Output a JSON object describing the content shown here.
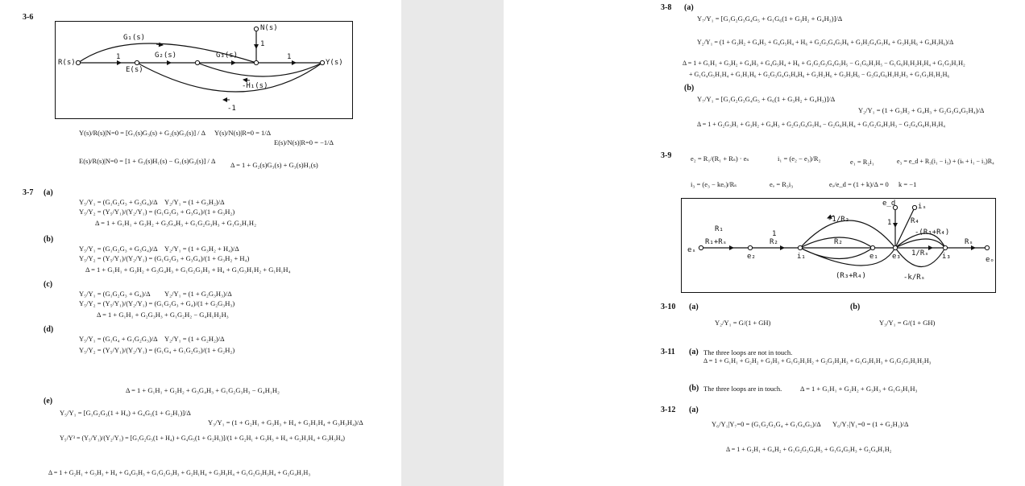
{
  "left": {
    "s36": {
      "label": "3-6",
      "diagram": {
        "R": "R(s)",
        "Y": "Y(s)",
        "N": "N(s)",
        "E": "E(s)",
        "G1": "G₁(s)",
        "G2": "G₂(s)",
        "G3": "G₃(s)",
        "one_a": "1",
        "one_b": "1",
        "one_n": "1",
        "H1": "-H₁(s)",
        "neg1": "-1"
      },
      "eq1": "Y(s)/R(s)|N=0 = [G₁(s)G₃(s) + G₂(s)G₃(s)] / Δ",
      "eq2": "Y(s)/N(s)|R=0 = 1/Δ",
      "eq3": "E(s)/N(s)|R=0 = −1/Δ",
      "eq4": "E(s)/R(s)|N=0 = [1 + G₃(s)H₁(s) − G₁(s)G₃(s)] / Δ",
      "eq5": "Δ = 1 + G₂(s)G₃(s) + G₃(s)H₁(s)"
    },
    "s37": {
      "label": "3-7",
      "a": {
        "label": "(a)",
        "e1": "Y₅/Y₁ = (G₁G₂G₃ + G₃G₄)/Δ",
        "e2": "Y₂/Y₁ = (1 + G₃H₂)/Δ",
        "e3": "Y₅/Y₂ = (Y₅/Y₁)/(Y₂/Y₁) = (G₁G₂G₃ + G₃G₄)/(1 + G₃H₂)",
        "delta": "Δ = 1 + G₁H₁ + G₃H₂ + G₃G₄H₃ + G₁G₂G₃H₃ + G₁G₃H₁H₂"
      },
      "b": {
        "label": "(b)",
        "e1": "Y₅/Y₁ = (G₁G₂G₃ + G₃G₄)/Δ",
        "e2": "Y₂/Y₁ = (1 + G₃H₂ + H₄)/Δ",
        "e3": "Y₅/Y₂ = (Y₅/Y₁)/(Y₂/Y₁) = (G₁G₂G₃ + G₃G₄)/(1 + G₃H₂ + H₄)",
        "delta": "Δ = 1 + G₁H₁ + G₃H₂ + G₃G₄H₃ + G₁G₂G₃H₃ + H₄ + G₁G₃H₁H₂ + G₁H₁H₄"
      },
      "c": {
        "label": "(c)",
        "e1": "Y₅/Y₁ = (G₁G₂G₃ + G₄)/Δ",
        "e2": "Y₂/Y₁ = (1 + G₂G₃H₃)/Δ",
        "e3": "Y₅/Y₂ = (Y₅/Y₁)/(Y₂/Y₁) = (G₁G₂G₃ + G₄)/(1 + G₂G₃H₃)",
        "delta": "Δ = 1 + G₁H₁ + G₂G₃H₃ + G₁G₂H₂ − G₄H₁H₂H₃"
      },
      "d": {
        "label": "(d)",
        "e1": "Y₅/Y₁ = (G₁G₄ + G₁G₂G₃)/Δ",
        "e2": "Y₂/Y₁ = (1 + G₂H₂)/Δ",
        "e3": "Y₅/Y₂ = (Y₅/Y₁)/(Y₂/Y₁) = (G₁G₄ + G₁G₂G₃)/(1 + G₂H₂)",
        "delta": "Δ = 1 + G₁H₁ + G₂H₂ + G₃G₄H₃ + G₁G₂G₃H₃ − G₄H₁H₂"
      },
      "e": {
        "label": "(e)",
        "e1": "Y₅/Y₁ = [G₁G₂G₃(1 + H₄) + G₄G₅(1 + G₂H₁)]/Δ",
        "e2": "Y₃/Y₁ = (1 + G₂H₁ + G₃H₃ + H₄ + G₂H₁H₄ + G₃H₃H₄)/Δ",
        "e3": "Y₅/Y³ = (Y₅/Y₁)/(Y₂/Y₁) = [G₁G₂G₃(1 + H₄) + G₄G₅(1 + G₂H₁)]/(1 + G₂H₁ + G₃H₃ + H₄ + G₂H₁H₄ + G₃H₃H₄)",
        "delta": "Δ = 1 + G₂H₁ + G₃H₃ + H₄ + G₄G₅H₃ + G₁G₂G₃H₃ + G₂H₁H₄ + G₃H₃H₄ + G₁G₂G₃H₃H₄ + G₂G₄H₁H₃"
      }
    }
  },
  "right": {
    "s38": {
      "label": "3-8",
      "a": {
        "label": "(a)",
        "e1": "Y₇/Y₁ = [G₁G₂G₃G₄G₅ + G₁G₆(1 + G₃H₂ + G₄H₃)]/Δ",
        "e2": "Y₂/Y₁ = (1 + G₃H₂ + G₄H₃ + G₄G₅H₄ + H₆ + G₂G₃G₄G₅H₆ + G₃H₂G₄G₅H₄ + G₃H₂H₆ + G₄H₃H₆)/Δ",
        "delta1": "Δ = 1 + G₁H₁ + G₃H₂ + G₄H₃ + G₄G₅H₄ + H₆ + G₁G₂G₃G₄G₅H₅ − G₁G₆H₁H₅ − G₁G₆H₁H₂H₃H₄ + G₁G₃H₁H₂",
        "delta2": "+ G₁G₄G₅H₁H₄ + G₁H₁H₆ + G₂G₃G₄G₅H₄H₆ + G₂H₂H₆ + G₃H₃H₆ − G₃G₄G₆H₁H₂H₃ + G₁G₃H₁H₂H₆"
      },
      "b": {
        "label": "(b)",
        "e1": "Y₇/Y₁ = [G₁G₂G₃G₄G₅ + G₆(1 + G₃H₂ + G₄H₃)]/Δ",
        "e2": "Y₂/Y₁ = (1 + G₃H₂ + G₄H₃ + G₂G₃G₄G₅H₄)/Δ",
        "delta": "Δ = 1 + G₂G₃H₁ + G₃H₂ + G₄H₃ + G₂G₃G₄G₅H₄ − G₂G₆H₁H₄ + G₁G₂G₄H₁H₃ − G₂G₄G₆H₁H₃H₄"
      }
    },
    "s39": {
      "label": "3-9",
      "eqa": "e₂ = R₁/(R₁ + Rₛ) · eₛ",
      "eqb": "i₁ = (e₂ − e₃)/R₂",
      "eqc": "e₁ = R₂i₁",
      "eqd": "e₃ = e_d + R₃(i₁ − i₃) + (iₛ + i₁ − i₃)R₄",
      "eqe": "i₃ = (e₃ − keₒ)/Rₛ",
      "eqf": "eₒ = R₃i₃",
      "eqg": "eₒ/e_d = (1 + k)/Δ = 0",
      "eqh": "k = −1",
      "diagram": {
        "es": "eₛ",
        "e2": "e₂",
        "i1": "i₁",
        "e1": "e₁",
        "e3": "e₃",
        "i3": "i₃",
        "eo": "eₒ",
        "ed": "e_d",
        "is": "iₛ",
        "g_r1": "R₁",
        "g_r1rs": "R₁+Rₛ",
        "g_one": "1",
        "g_r2": "R₂",
        "g_m1r2": "-1/R₂",
        "g_r2b": "R₂",
        "g_one_ed": "1",
        "g_r4": "R₄",
        "g_r3r4": "-(R₃+R₄)",
        "g_1rs": "1/Rₛ",
        "g_rs": "Rₛ",
        "g_r3r4b": "(R₃+R₄)",
        "g_mkrs": "-k/Rₛ"
      }
    },
    "s310": {
      "label": "3-10",
      "a": "(a)",
      "b": "(b)",
      "ea": "Y₂/Y₁ = G/(1 + GH)",
      "eb": "Y₃/Y₁ = G/(1 + GH)"
    },
    "s311": {
      "label": "3-11",
      "a": "(a)",
      "a_text": "The three loops are not in touch.",
      "a_delta": "Δ = 1 + G₁H₁ + G₂H₂ + G₃H₃ + G₁G₂H₁H₂ + G₂G₃H₂H₃ + G₁G₃H₁H₃ + G₁G₂G₃H₁H₂H₃",
      "b": "(b)",
      "b_text": "The three loops are in touch.",
      "b_delta": "Δ = 1 + G₁H₁ + G₂H₂ + G₃H₃ + G₁G₃H₁H₃"
    },
    "s312": {
      "label": "3-12",
      "a": "(a)",
      "e1": "Y₆/Y₁|Y₇=0 = (G₁G₂G₃G₄ + G₁G₄G₅)/Δ",
      "e2": "Y₆/Y₇|Y₁=0 = (1 + G₂H₁)/Δ",
      "delta": "Δ = 1 + G₂H₁ + G₄H₂ + G₁G₂G₃G₄H₃ + G₁G₄G₅H₃ + G₂G₄H₁H₂"
    }
  }
}
